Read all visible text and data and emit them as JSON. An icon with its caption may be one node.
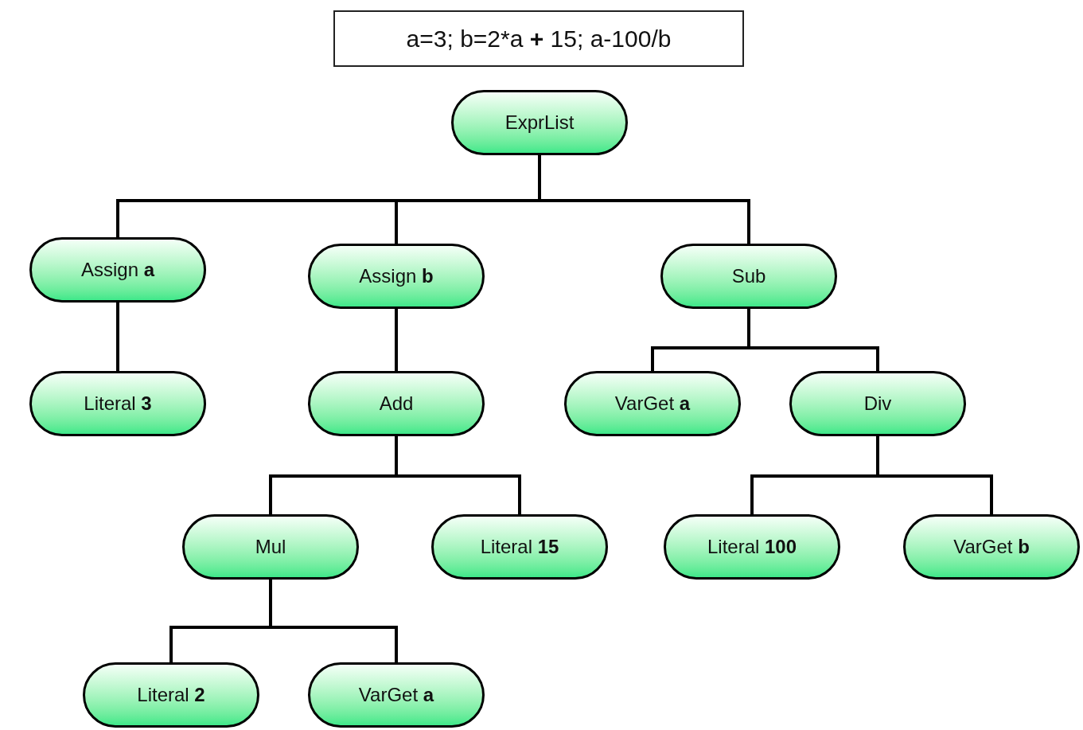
{
  "diagram": {
    "nodes": [
      {
        "text": [
          "a=3; b=2*a **+** 15; a-100/b"
        ]
      },
      {
        "text": [
          "ExprList"
        ]
      },
      {
        "text": [
          "Assign **a**"
        ]
      },
      {
        "text": [
          "Assign **b**"
        ]
      },
      {
        "text": [
          "Sub"
        ]
      },
      {
        "text": [
          "Literal **3**"
        ]
      },
      {
        "text": [
          "Add"
        ]
      },
      {
        "text": [
          "VarGet **a**"
        ]
      },
      {
        "text": [
          "Div"
        ]
      },
      {
        "text": [
          "Mul"
        ]
      },
      {
        "text": [
          "Literal **15**"
        ]
      },
      {
        "text": [
          "Literal **100**"
        ]
      },
      {
        "text": [
          "VarGet **b**"
        ]
      },
      {
        "text": [
          "Literal **2**"
        ]
      },
      {
        "text": [
          "VarGet **a**"
        ]
      }
    ],
    "edges": [
      {
        "from": 1,
        "to": 2,
        "arrow": "none"
      },
      {
        "from": 1,
        "to": 3,
        "arrow": "none"
      },
      {
        "from": 1,
        "to": 4,
        "arrow": "none"
      },
      {
        "from": 2,
        "to": 5,
        "arrow": "none"
      },
      {
        "from": 3,
        "to": 6,
        "arrow": "none"
      },
      {
        "from": 4,
        "to": 7,
        "arrow": "none"
      },
      {
        "from": 4,
        "to": 8,
        "arrow": "none"
      },
      {
        "from": 6,
        "to": 9,
        "arrow": "none"
      },
      {
        "from": 6,
        "to": 10,
        "arrow": "none"
      },
      {
        "from": 8,
        "to": 11,
        "arrow": "none"
      },
      {
        "from": 8,
        "to": 12,
        "arrow": "none"
      },
      {
        "from": 9,
        "to": 13,
        "arrow": "none"
      },
      {
        "from": 9,
        "to": 14,
        "arrow": "none"
      }
    ]
  }
}
